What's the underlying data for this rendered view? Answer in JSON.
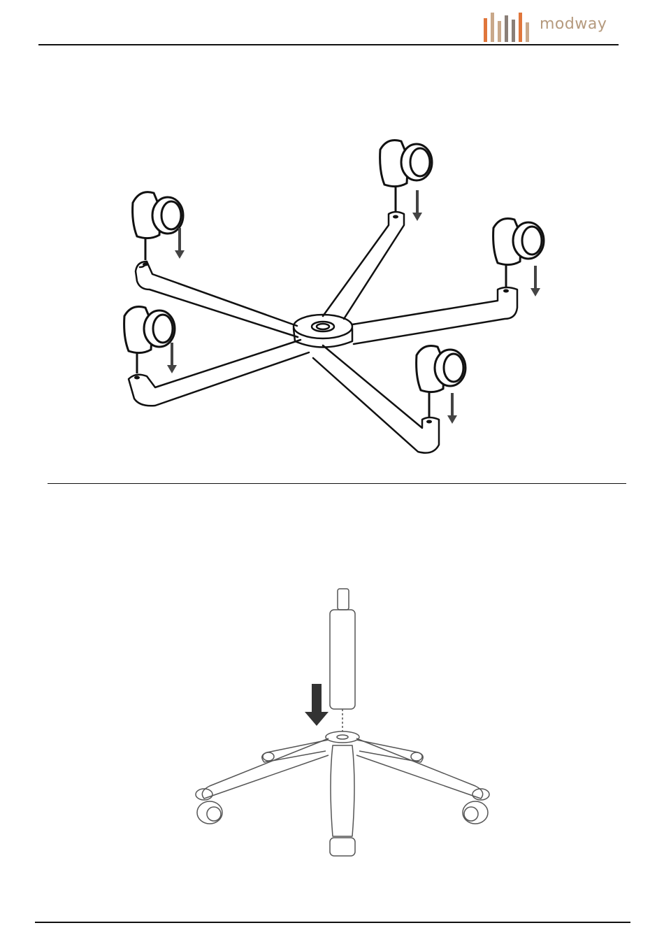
{
  "header": {
    "brand": "modway",
    "brand_colors": [
      "#e0763b",
      "#c9a88a",
      "#8a7f78"
    ]
  },
  "steps": [
    {
      "name": "attach-casters",
      "illustration": "star-base-with-five-casters",
      "casters": 5
    },
    {
      "name": "insert-gas-cylinder",
      "illustration": "gas-lift-into-base"
    }
  ]
}
